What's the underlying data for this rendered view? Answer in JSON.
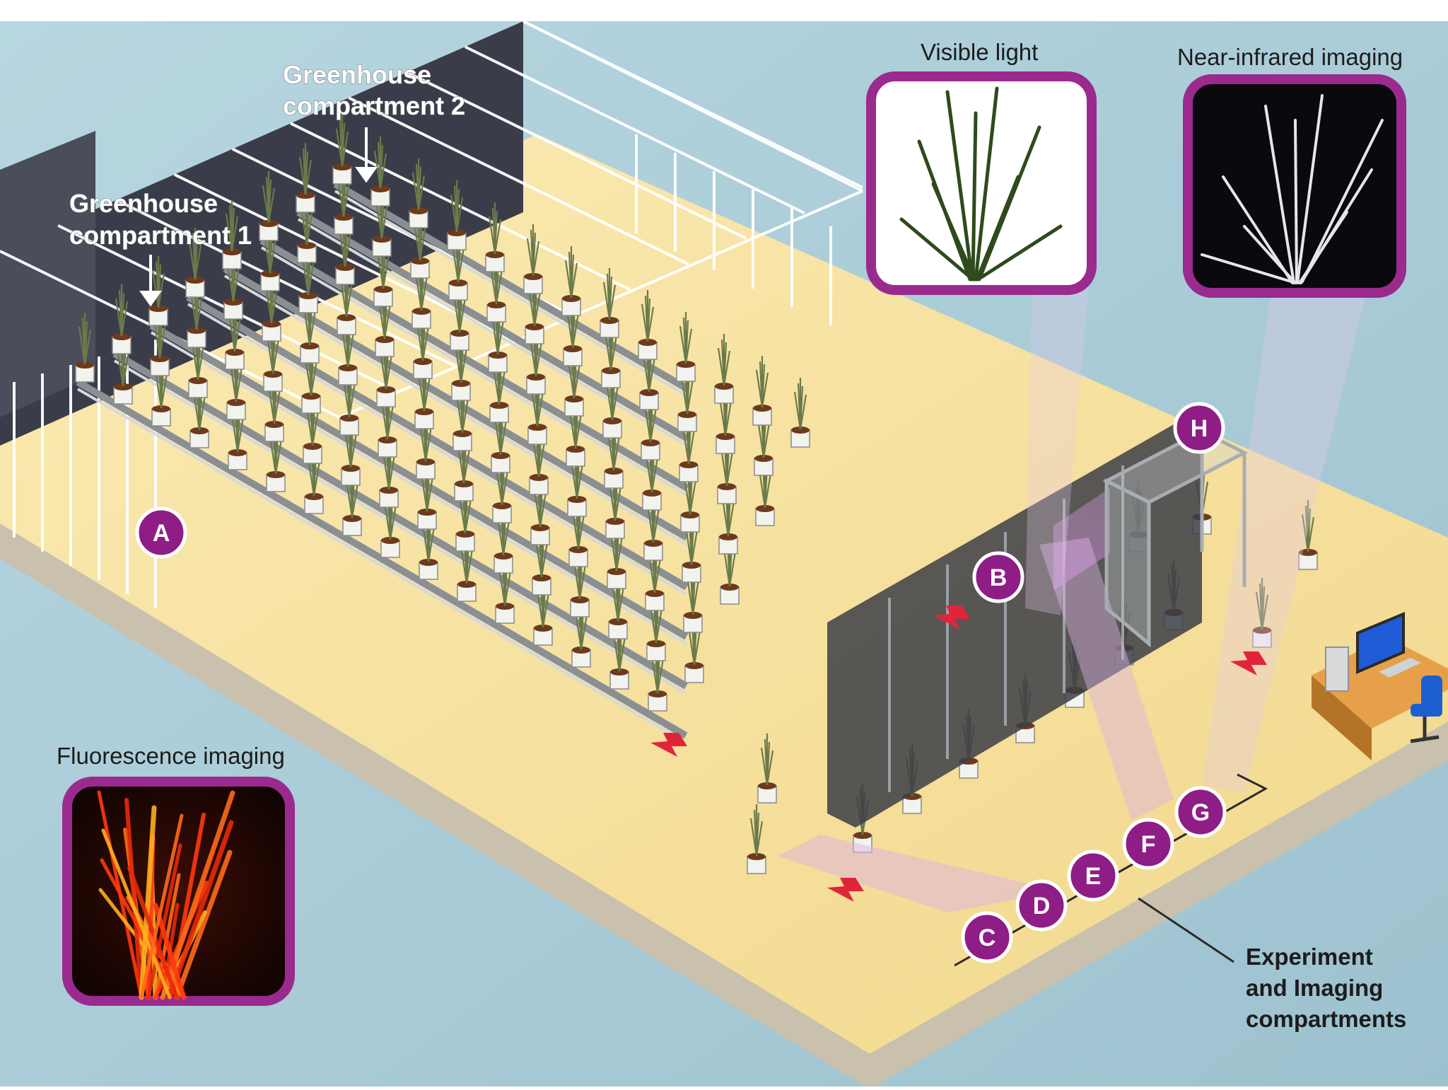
{
  "labels": {
    "compartment_2": [
      "Greenhouse",
      "compartment 2"
    ],
    "compartment_1": [
      "Greenhouse",
      "compartment 1"
    ],
    "visible_light": "Visible light",
    "near_infrared": "Near-infrared imaging",
    "fluorescence": "Fluorescence imaging",
    "experiment": [
      "Experiment",
      "and Imaging",
      "compartments"
    ]
  },
  "badges": [
    "A",
    "B",
    "C",
    "D",
    "E",
    "F",
    "G",
    "H"
  ],
  "colors": {
    "background": "#a9ccd8",
    "floor": "#f3dc98",
    "badge": "#8e1d86",
    "frame_border": "#9a2a8e",
    "arrow": "#e0253a",
    "beam": "#c88ad6",
    "wall": "#3a3d49"
  },
  "icons": [
    "plant-pot-icon",
    "arrow-icon",
    "computer-monitor-icon",
    "office-chair-icon"
  ]
}
